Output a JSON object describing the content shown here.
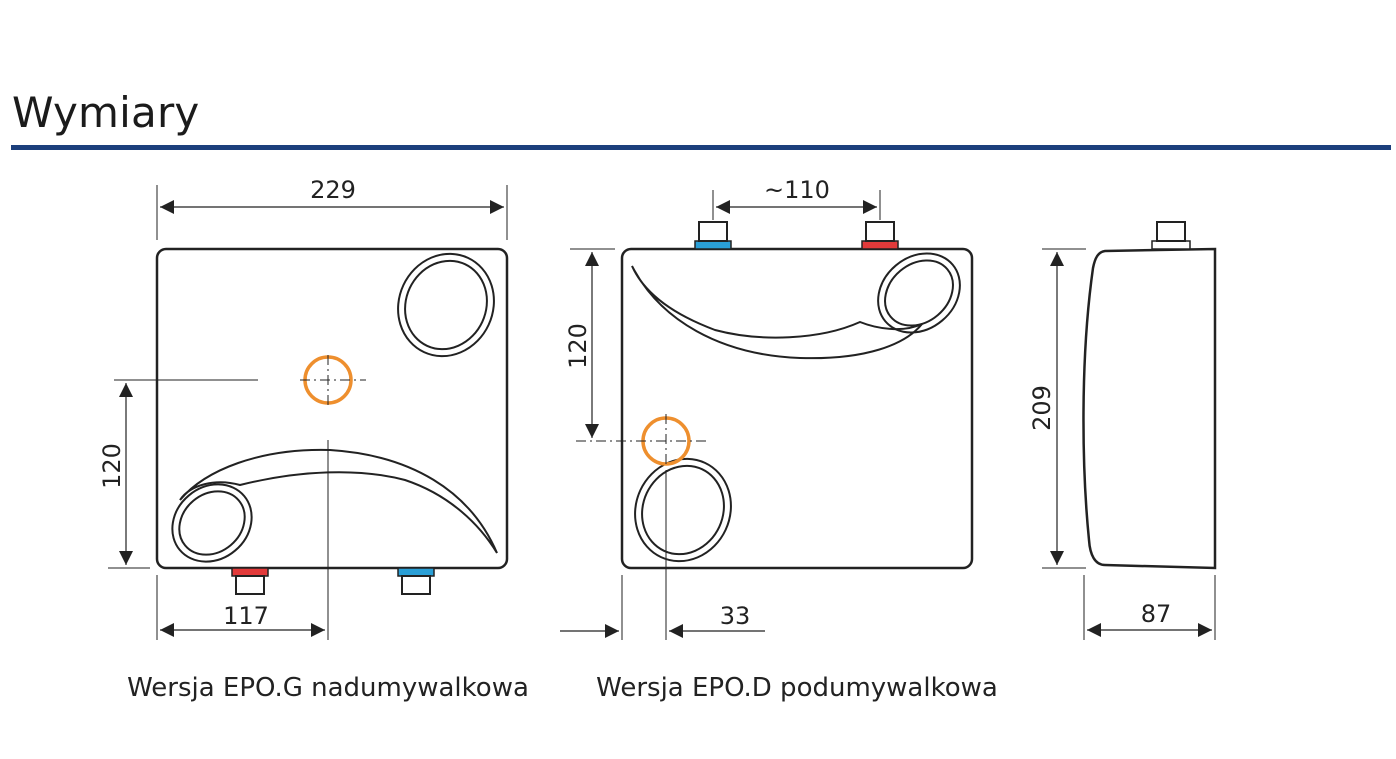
{
  "heading": {
    "title": "Wymiary",
    "accent_color": "#1c3f7c"
  },
  "colors": {
    "hot": "#e23a3a",
    "cold": "#2a9fd6",
    "mark": "#ee8f2e",
    "line": "#222222"
  },
  "views": {
    "g_front": {
      "caption": "Wersja EPO.G nadumywalkowa",
      "width_dim": "229",
      "height_dim": "120",
      "offset_dim": "117"
    },
    "d_front": {
      "caption": "Wersja EPO.D podumywalkowa",
      "pipe_dim": "~110",
      "height_dim": "120",
      "offset_dim": "33"
    },
    "side": {
      "height_dim": "209",
      "depth_dim": "87"
    }
  }
}
